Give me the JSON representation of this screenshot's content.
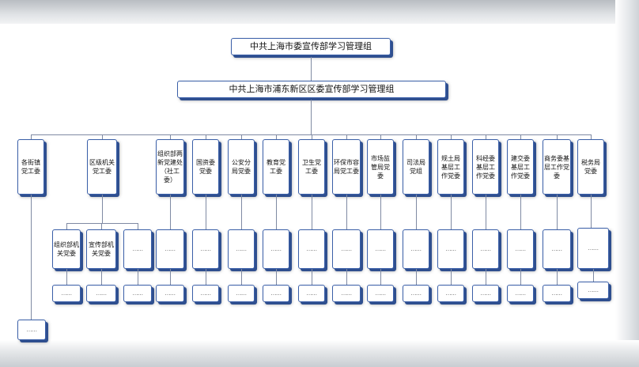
{
  "org_chart": {
    "root": "中共上海市委宣传部学习管理组",
    "level1": "中共上海市浦东新区区委宣传部学习管理组",
    "departments": [
      {
        "id": "d0",
        "label": "各街镇党工委"
      },
      {
        "id": "d1",
        "label": "区级机关党工委"
      },
      {
        "id": "d2",
        "label": "组织部两新党建处（社工委）"
      },
      {
        "id": "d3",
        "label": "国资委党委"
      },
      {
        "id": "d4",
        "label": "公安分局党委"
      },
      {
        "id": "d5",
        "label": "教育党工委"
      },
      {
        "id": "d6",
        "label": "卫生党工委"
      },
      {
        "id": "d7",
        "label": "环保市容局党工委"
      },
      {
        "id": "d8",
        "label": "市场监管局党委"
      },
      {
        "id": "d9",
        "label": "司法局党组"
      },
      {
        "id": "d10",
        "label": "规土局基层工作党委"
      },
      {
        "id": "d11",
        "label": "科经委基层工作党委"
      },
      {
        "id": "d12",
        "label": "建交委基层工作党委"
      },
      {
        "id": "d13",
        "label": "商务委基层工作党委"
      },
      {
        "id": "d14",
        "label": "税务局党委"
      }
    ],
    "sub_units": [
      {
        "id": "s1",
        "label": "组织部机关党委"
      },
      {
        "id": "s2",
        "label": "宣传部机关党委"
      },
      {
        "id": "s3",
        "label": "……"
      }
    ],
    "placeholder": "……"
  }
}
